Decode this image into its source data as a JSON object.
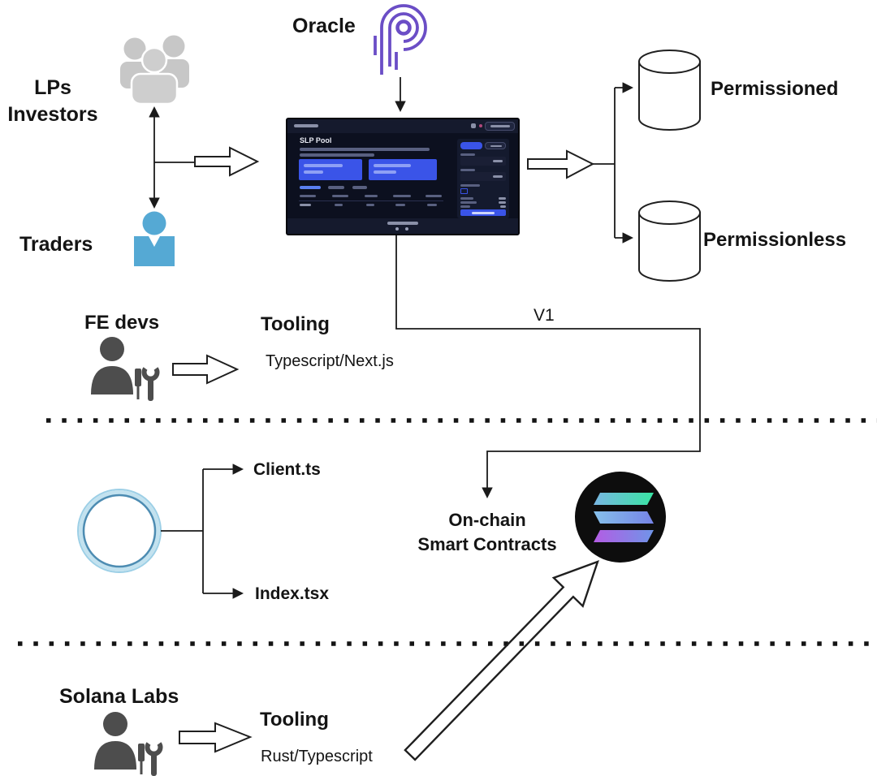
{
  "labels": {
    "lps_investors": "LPs\nInvestors",
    "traders": "Traders",
    "oracle": "Oracle",
    "permissioned": "Permissioned",
    "permissionless": "Permissionless",
    "fe_devs": "FE devs",
    "fe_tooling_title": "Tooling",
    "fe_tooling_stack": "Typescript/Next.js",
    "version": "V1",
    "client_file": "Client.ts",
    "index_file": "Index.tsx",
    "onchain": "On-chain\nSmart Contracts",
    "solana_labs": "Solana Labs",
    "labs_tooling_title": "Tooling",
    "labs_tooling_stack": "Rust/Typescript"
  },
  "dashboard": {
    "pool_title": "SLP Pool"
  },
  "icons": {
    "oracle": "pyth-oracle-icon",
    "lps": "users-group-icon",
    "traders": "trader-person-icon",
    "fe_devs": "developer-tools-icon",
    "solana_labs": "developer-tools-icon",
    "permissioned_store": "database-cylinder-icon",
    "permissionless_store": "database-cylinder-icon",
    "sdk": "ring-icon",
    "onchain": "solana-logo-icon"
  },
  "colors": {
    "accent_blue": "#3a54e8",
    "trader_blue": "#55a9d4",
    "pyth_purple": "#6b4ec6",
    "solana_green": "#38e5a3",
    "solana_purple": "#b45ce4",
    "monitor_bg": "#0c101f",
    "icon_gray": "#c7c7c7",
    "dev_gray": "#4d4d4d",
    "line_black": "#1a1a1a"
  }
}
